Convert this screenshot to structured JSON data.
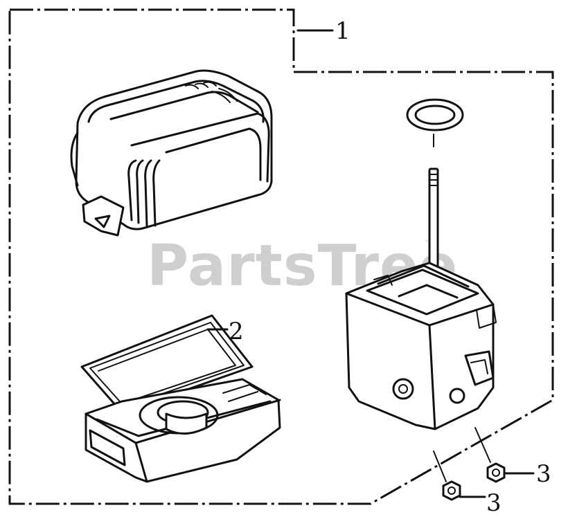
{
  "watermark": {
    "text": "PartsTree",
    "trademark": "™"
  },
  "callouts": [
    {
      "id": "1",
      "label": "1"
    },
    {
      "id": "2",
      "label": "2"
    },
    {
      "id": "3a",
      "label": "3"
    },
    {
      "id": "3b",
      "label": "3"
    }
  ],
  "colors": {
    "ink": "#111111",
    "watermark": "#cfcfcf",
    "background": "#ffffff"
  }
}
